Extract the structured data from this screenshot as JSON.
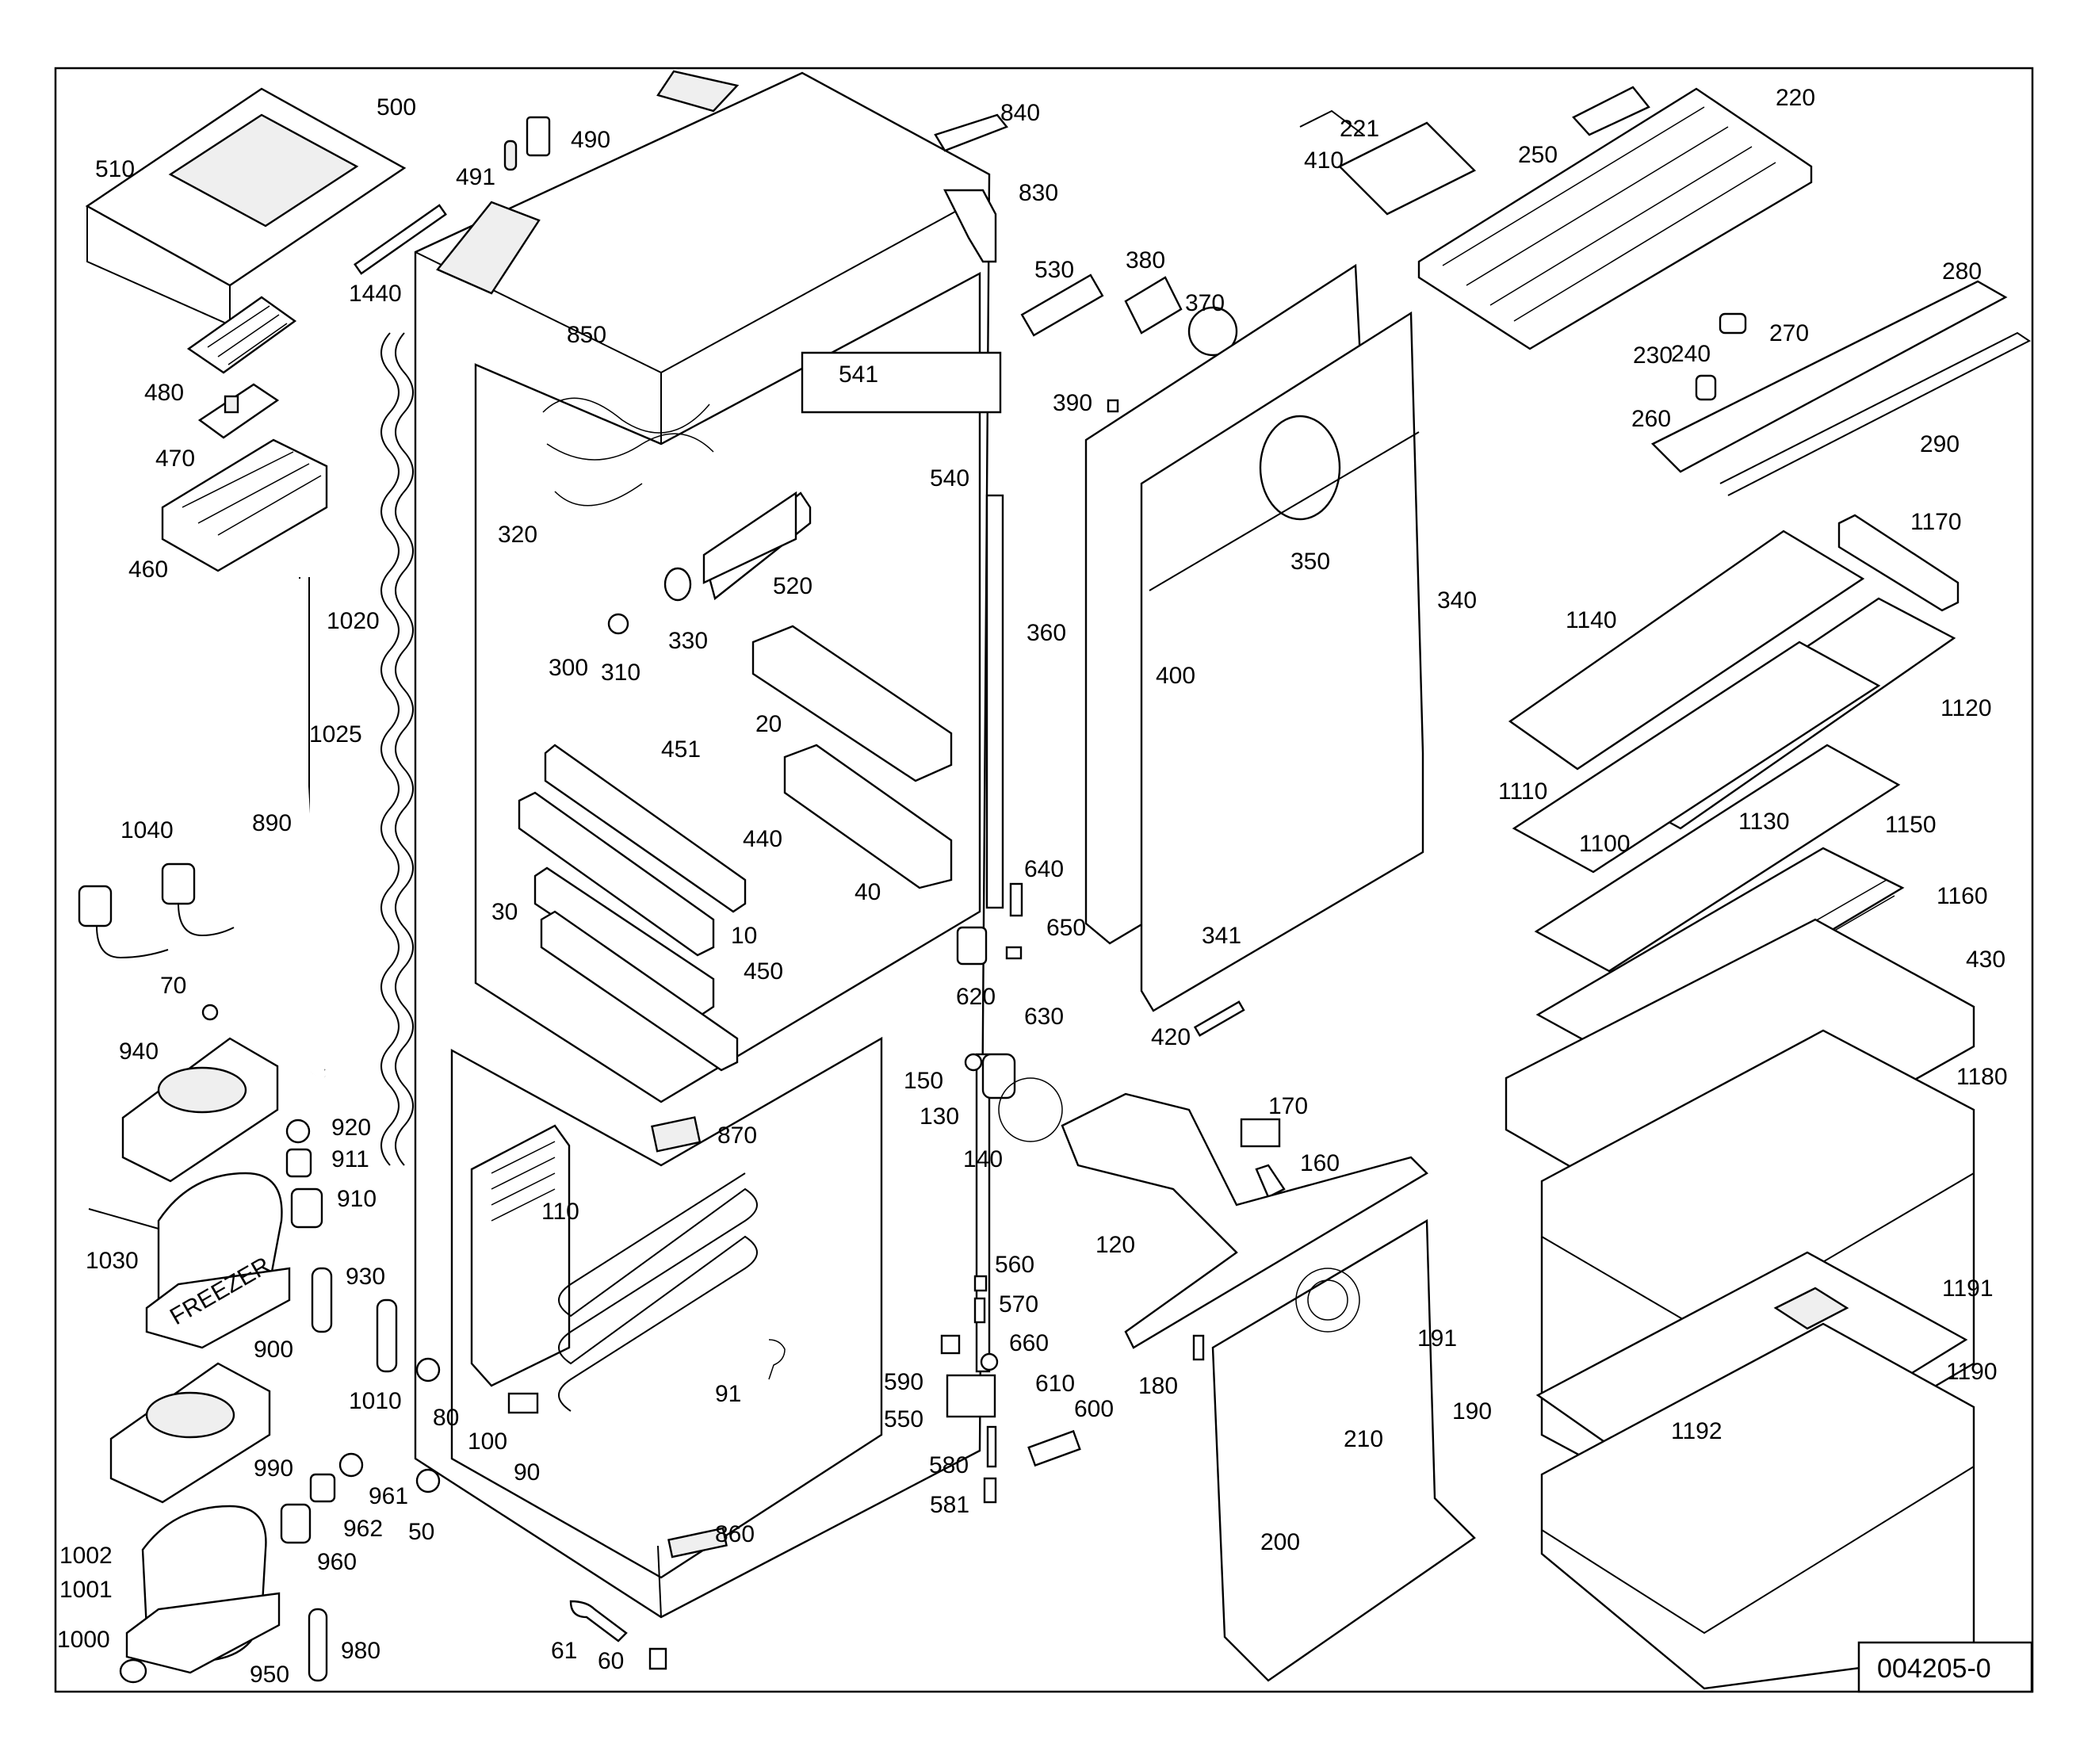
{
  "drawing_code": "004205-0",
  "compressor_label": "FREEZER",
  "labels": [
    {
      "text": "500"
    },
    {
      "text": "510"
    },
    {
      "text": "491"
    },
    {
      "text": "490"
    },
    {
      "text": "840"
    },
    {
      "text": "830"
    },
    {
      "text": "410"
    },
    {
      "text": "221"
    },
    {
      "text": "250"
    },
    {
      "text": "220"
    },
    {
      "text": "1440"
    },
    {
      "text": "530"
    },
    {
      "text": "380"
    },
    {
      "text": "370"
    },
    {
      "text": "280"
    },
    {
      "text": "230"
    },
    {
      "text": "240"
    },
    {
      "text": "270"
    },
    {
      "text": "850"
    },
    {
      "text": "541"
    },
    {
      "text": "390"
    },
    {
      "text": "260"
    },
    {
      "text": "290"
    },
    {
      "text": "480"
    },
    {
      "text": "470"
    },
    {
      "text": "540"
    },
    {
      "text": "460"
    },
    {
      "text": "320"
    },
    {
      "text": "520"
    },
    {
      "text": "350"
    },
    {
      "text": "1170"
    },
    {
      "text": "1020"
    },
    {
      "text": "300"
    },
    {
      "text": "310"
    },
    {
      "text": "330"
    },
    {
      "text": "360"
    },
    {
      "text": "340"
    },
    {
      "text": "1140"
    },
    {
      "text": "1025"
    },
    {
      "text": "20"
    },
    {
      "text": "400"
    },
    {
      "text": "1120"
    },
    {
      "text": "451"
    },
    {
      "text": "1110"
    },
    {
      "text": "890"
    },
    {
      "text": "1100"
    },
    {
      "text": "1130"
    },
    {
      "text": "1040"
    },
    {
      "text": "440"
    },
    {
      "text": "1150"
    },
    {
      "text": "640"
    },
    {
      "text": "40"
    },
    {
      "text": "1160"
    },
    {
      "text": "30"
    },
    {
      "text": "10"
    },
    {
      "text": "650"
    },
    {
      "text": "341"
    },
    {
      "text": "430"
    },
    {
      "text": "450"
    },
    {
      "text": "620"
    },
    {
      "text": "70"
    },
    {
      "text": "630"
    },
    {
      "text": "420"
    },
    {
      "text": "940"
    },
    {
      "text": "1180"
    },
    {
      "text": "150"
    },
    {
      "text": "130"
    },
    {
      "text": "920"
    },
    {
      "text": "870"
    },
    {
      "text": "170"
    },
    {
      "text": "911"
    },
    {
      "text": "140"
    },
    {
      "text": "160"
    },
    {
      "text": "910"
    },
    {
      "text": "110"
    },
    {
      "text": "1030"
    },
    {
      "text": "120"
    },
    {
      "text": "930"
    },
    {
      "text": "560"
    },
    {
      "text": "1191"
    },
    {
      "text": "570"
    },
    {
      "text": "900"
    },
    {
      "text": "660"
    },
    {
      "text": "191"
    },
    {
      "text": "1190"
    },
    {
      "text": "180"
    },
    {
      "text": "590"
    },
    {
      "text": "610"
    },
    {
      "text": "91"
    },
    {
      "text": "1010"
    },
    {
      "text": "550"
    },
    {
      "text": "600"
    },
    {
      "text": "80"
    },
    {
      "text": "190"
    },
    {
      "text": "1192"
    },
    {
      "text": "210"
    },
    {
      "text": "100"
    },
    {
      "text": "990"
    },
    {
      "text": "90"
    },
    {
      "text": "580"
    },
    {
      "text": "961"
    },
    {
      "text": "962"
    },
    {
      "text": "581"
    },
    {
      "text": "50"
    },
    {
      "text": "860"
    },
    {
      "text": "200"
    },
    {
      "text": "1002"
    },
    {
      "text": "960"
    },
    {
      "text": "1001"
    },
    {
      "text": "980"
    },
    {
      "text": "1000"
    },
    {
      "text": "61"
    },
    {
      "text": "950"
    },
    {
      "text": "60"
    }
  ]
}
